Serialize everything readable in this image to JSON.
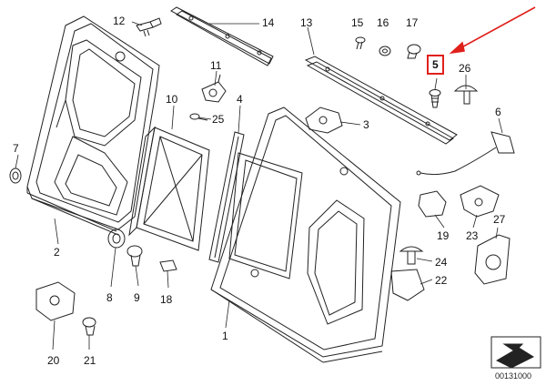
{
  "callouts": {
    "n1": "1",
    "n2": "2",
    "n3": "3",
    "n4": "4",
    "n5": "5",
    "n6": "6",
    "n7": "7",
    "n8": "8",
    "n9": "9",
    "n10": "10",
    "n11": "11",
    "n12": "12",
    "n13": "13",
    "n14": "14",
    "n15": "15",
    "n16": "16",
    "n17": "17",
    "n18": "18",
    "n19": "19",
    "n20": "20",
    "n21": "21",
    "n22": "22",
    "n23": "23",
    "n24": "24",
    "n25": "25",
    "n26": "26",
    "n27": "27"
  },
  "highlighted_part": "5",
  "diagram_code": "00131000",
  "colors": {
    "line": "#222222",
    "highlight": "#e0201b"
  }
}
